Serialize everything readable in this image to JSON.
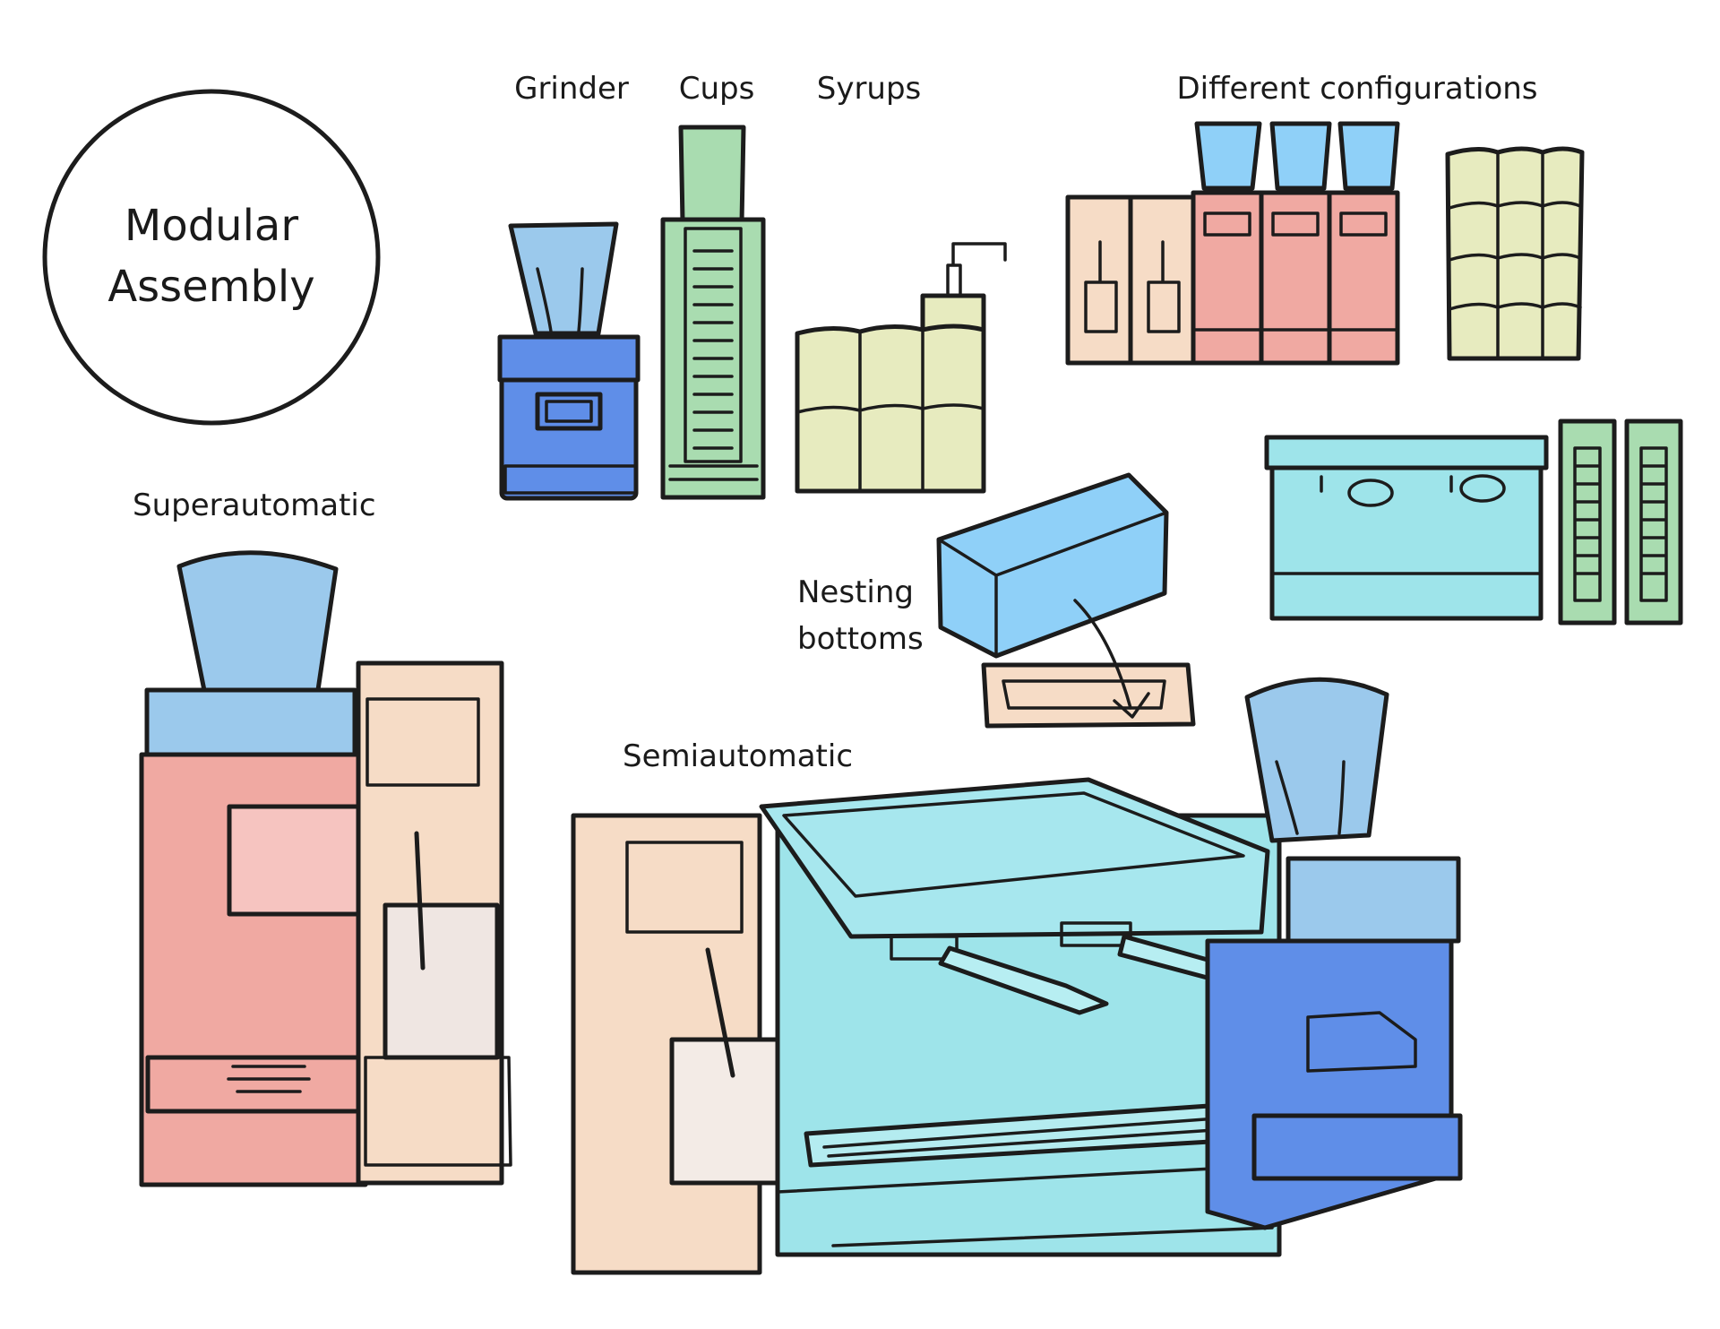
{
  "title": {
    "line1": "Modular",
    "line2": "Assembly"
  },
  "labels": {
    "grinder": "Grinder",
    "cups": "Cups",
    "syrups": "Syrups",
    "configurations": "Different configurations",
    "superautomatic": "Superautomatic",
    "semiautomatic": "Semiautomatic",
    "nesting_line1": "Nesting",
    "nesting_line2": "bottoms"
  },
  "colors": {
    "blue": "#9bc9ec",
    "dark_blue": "#5f8ee8",
    "green": "#a9dcb0",
    "yellow": "#e7ebbf",
    "pink": "#f0a9a2",
    "peach": "#f6dcc6",
    "teal": "#9ee4ea",
    "sky": "#8fd0f8",
    "ink": "#1c1c1c"
  }
}
